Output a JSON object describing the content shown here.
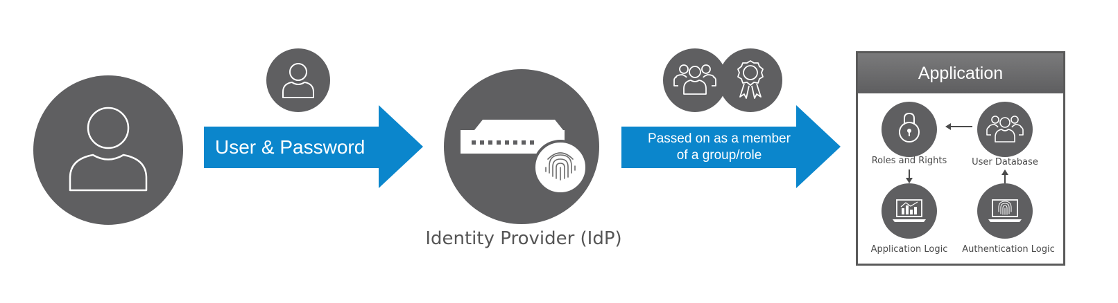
{
  "diagram": {
    "arrow1": {
      "label": "User & Password"
    },
    "idp": {
      "label": "Identity Provider (IdP)"
    },
    "arrow2": {
      "line1": "Passed on as a member",
      "line2": "of a group/role"
    },
    "application": {
      "title": "Application",
      "roles": "Roles and Rights",
      "userdb": "User Database",
      "applogic": "Application Logic",
      "authlogic": "Authentication Logic"
    }
  },
  "colors": {
    "circle": "#5f5f61",
    "arrow": "#0b86cc",
    "header": "#656566",
    "border": "#5a5a5a"
  }
}
